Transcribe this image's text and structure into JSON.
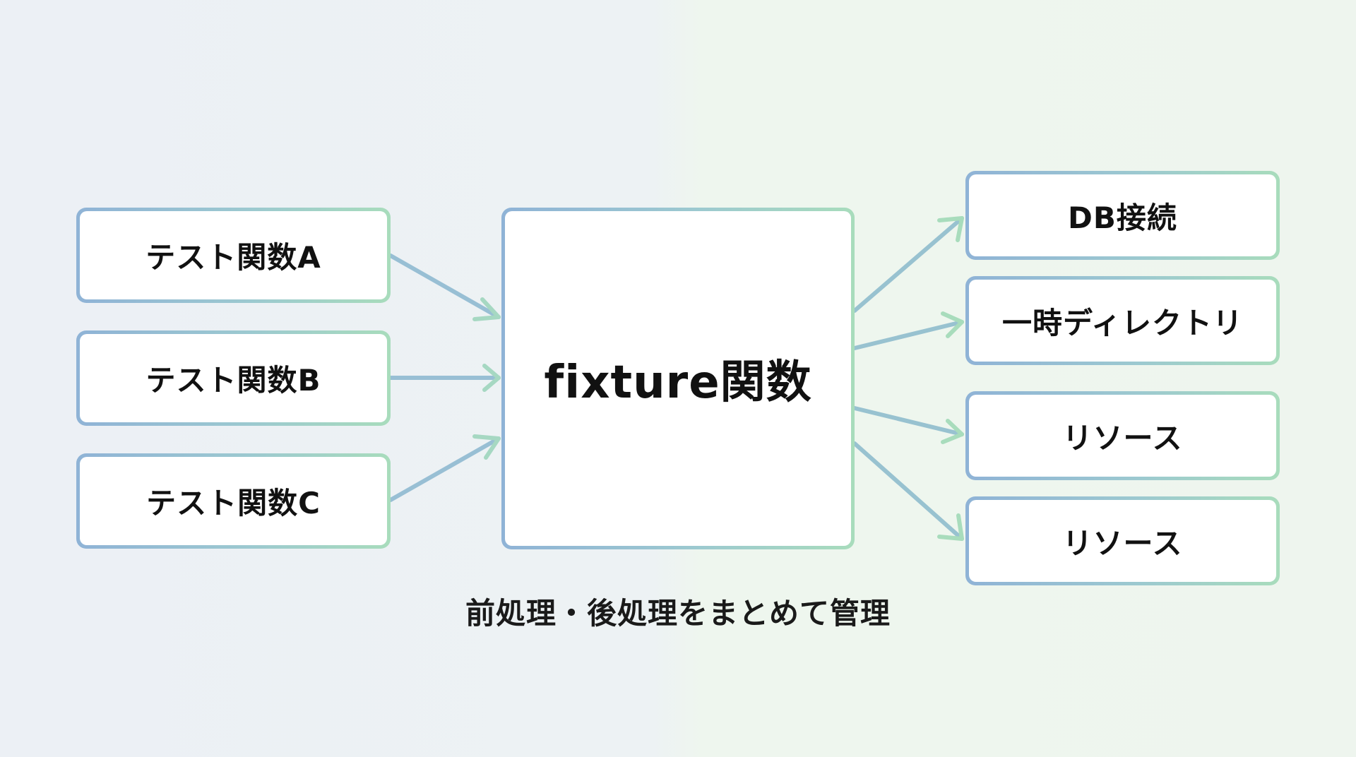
{
  "diagram": {
    "inputs": [
      {
        "label": "テスト関数A"
      },
      {
        "label": "テスト関数B"
      },
      {
        "label": "テスト関数C"
      }
    ],
    "center": {
      "label": "fixture関数"
    },
    "outputs": [
      {
        "label": "DB接続"
      },
      {
        "label": "一時ディレクトリ"
      },
      {
        "label": "リソース"
      },
      {
        "label": "リソース"
      }
    ],
    "caption": "前処理・後処理をまとめて管理",
    "colors": {
      "border_start": "#8fb3d6",
      "border_end": "#a8dcbc",
      "text": "#111111",
      "box_fill": "#ffffff"
    }
  }
}
